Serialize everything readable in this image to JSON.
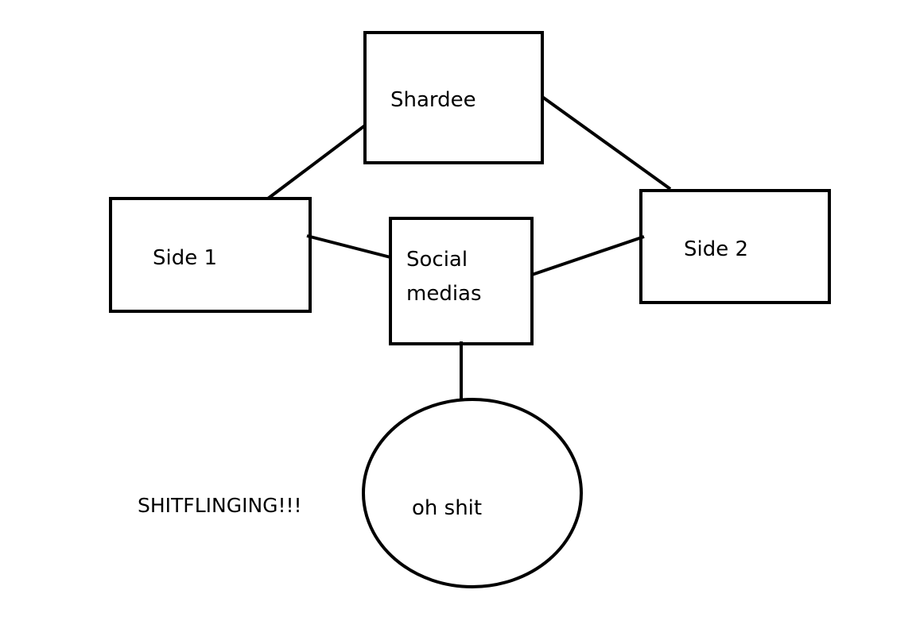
{
  "nodes": {
    "shardee": "Shardee",
    "side1": "Side 1",
    "side2": "Side 2",
    "social_line1": "Social",
    "social_line2": "medias",
    "oh_shit": "oh shit"
  },
  "annotation": "SHITFLINGING!!!",
  "colors": {
    "stroke": "#000000",
    "background": "#ffffff"
  }
}
